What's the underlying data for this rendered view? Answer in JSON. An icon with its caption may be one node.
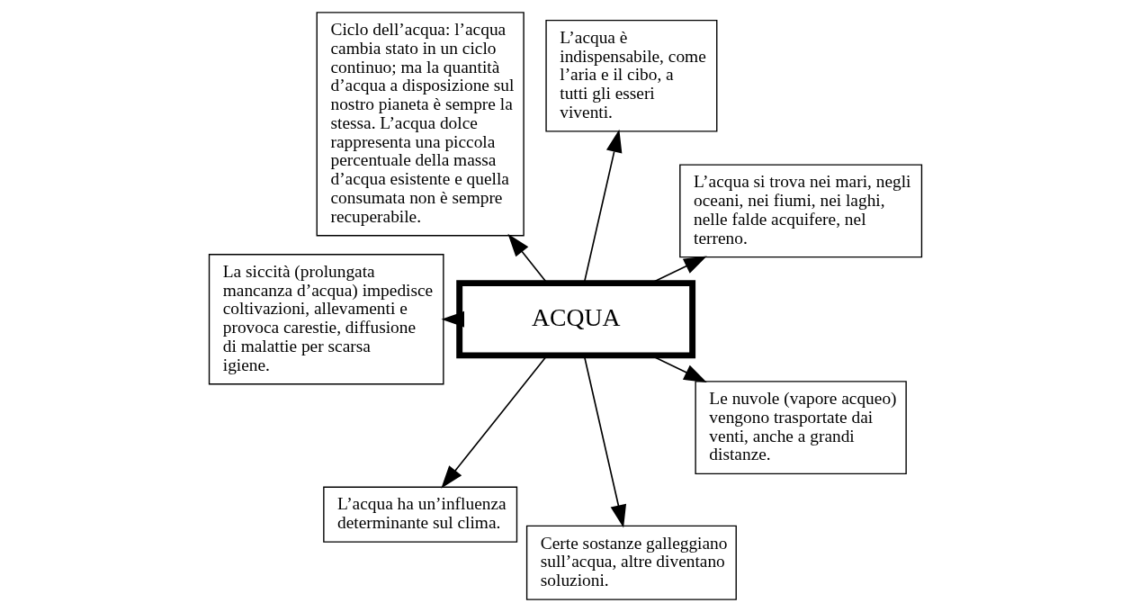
{
  "diagram": {
    "nodes": [
      {
        "text": [
          "L’acqua si trova nei mari, negli oceani, nei fiumi, nei laghi, nelle falde acquifere, nel terreno."
        ]
      },
      {
        "text": [
          "L’acqua è indispensabile, come l’aria e il cibo, a tutti gli esseri viventi."
        ]
      },
      {
        "text": [
          "Ciclo dell’acqua: l’acqua cambia stato in un ciclo continuo; ma la quantità d’acqua a disposizione sul nostro pianeta è sempre la stessa. L’acqua dolce rappresenta una piccola percentuale della massa d’acqua esistente e quella consumata non è sempre recuperabile."
        ]
      },
      {
        "text": [
          "La siccità (prolungata mancanza d’acqua) impedisce coltivazioni, allevamenti e provoca carestie, diffusione di malattie per scarsa igiene."
        ]
      },
      {
        "text": [
          "ACQUA"
        ]
      },
      {
        "text": [
          "L’acqua ha un’influenza determinante sul clima."
        ]
      },
      {
        "text": [
          "Certe sostanze galleggiano sull’acqua, altre diventano soluzioni."
        ]
      },
      {
        "text": [
          "Le nuvole (vapore acqueo) vengono trasportate dai venti, anche a grandi distanze."
        ]
      }
    ],
    "edges": [
      {
        "from": 4,
        "to": 0,
        "arrow": "to"
      },
      {
        "from": 4,
        "to": 1,
        "arrow": "to"
      },
      {
        "from": 4,
        "to": 2,
        "arrow": "to"
      },
      {
        "from": 4,
        "to": 3,
        "arrow": "to"
      },
      {
        "from": 4,
        "to": 5,
        "arrow": "to"
      },
      {
        "from": 4,
        "to": 6,
        "arrow": "to"
      },
      {
        "from": 4,
        "to": 7,
        "arrow": "to"
      }
    ]
  }
}
